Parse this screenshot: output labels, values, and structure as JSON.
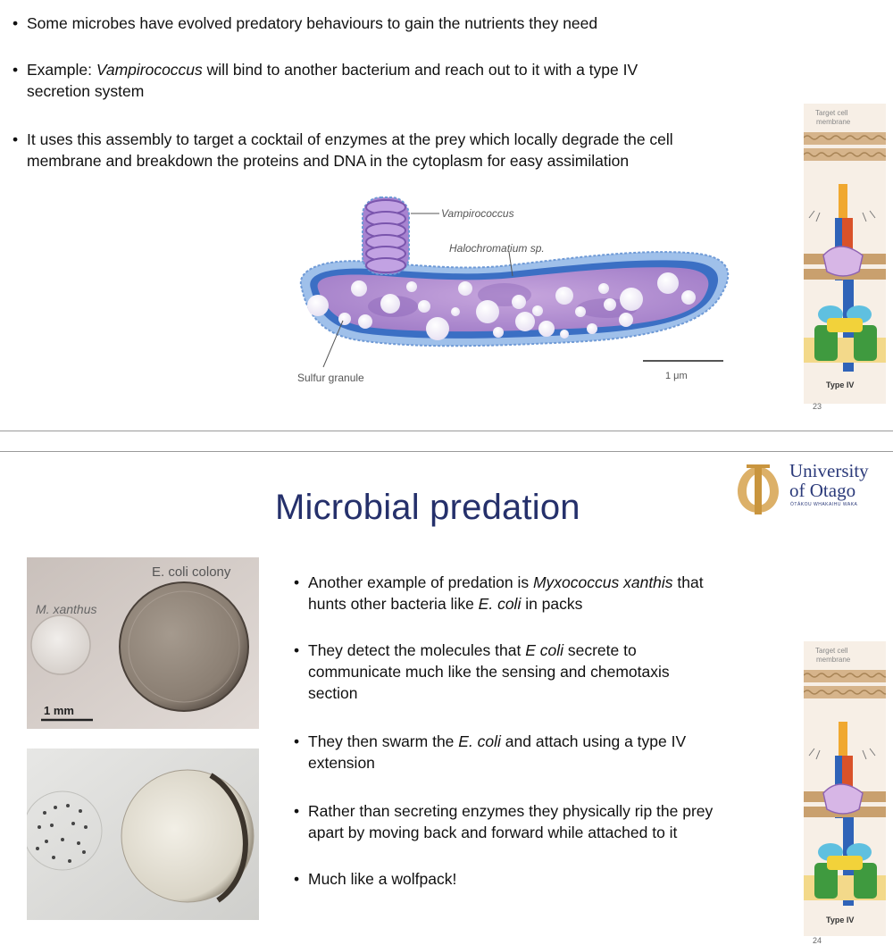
{
  "slide1": {
    "bullets": {
      "b1": "Some microbes have evolved predatory behaviours to gain the nutrients they need",
      "b2_pre": "Example: ",
      "b2_em": "Vampirococcus",
      "b2_post": " will bind to another bacterium and reach out to it with a type IV",
      "b2_line2": "secretion system",
      "b3_line1": "It uses this assembly to target a cocktail of enzymes at the prey which locally degrade the cell",
      "b3_line2": "membrane and breakdown the proteins and DNA in the cytoplasm for easy assimilation"
    },
    "figure": {
      "label_vampirococcus": "Vampirococcus",
      "label_halochromatium": "Halochromatium sp.",
      "label_sulfur": "Sulfur granule",
      "label_scale": "1 μm"
    },
    "side_figure": {
      "label_target": "Target cell",
      "label_membrane": "membrane",
      "label_type": "Type IV"
    },
    "page_number": "23"
  },
  "slide2": {
    "title": "Microbial predation",
    "logo": {
      "line1": "University",
      "line2": "of Otago",
      "tagline": "ŌTĀKOU WHAKAIHU WAKA"
    },
    "photo": {
      "label_ecoli": "E. coli colony",
      "label_mxanthus": "M. xanthus",
      "label_scale": "1 mm"
    },
    "bullets": {
      "b1_pre": "Another example of predation is ",
      "b1_em": "Myxococcus xanthis",
      "b1_post": " that",
      "b1_l2_pre": "hunts other bacteria like ",
      "b1_l2_em": "E. coli",
      "b1_l2_post": " in packs",
      "b2_pre": "They detect the molecules that ",
      "b2_em": "E coli",
      "b2_post": " secrete to",
      "b2_line2": "communicate much like the sensing and chemotaxis",
      "b2_line3": "section",
      "b3_pre": "They then swarm the ",
      "b3_em": "E. coli",
      "b3_post": " and attach using a type IV",
      "b3_line2": "extension",
      "b4_line1": "Rather than secreting enzymes they physically rip the prey",
      "b4_line2": "apart by moving back and forward while attached to it",
      "b5": "Much like a wolfpack!"
    },
    "side_figure": {
      "label_target": "Target cell",
      "label_membrane": "membrane",
      "label_type": "Type IV"
    },
    "page_number": "24"
  },
  "colors": {
    "title": "#25306b",
    "logo_gold": "#d4a24a",
    "logo_navy": "#2b3a7a",
    "cell_purple": "#9a7bc4",
    "cell_blue": "#3b6fc4"
  }
}
